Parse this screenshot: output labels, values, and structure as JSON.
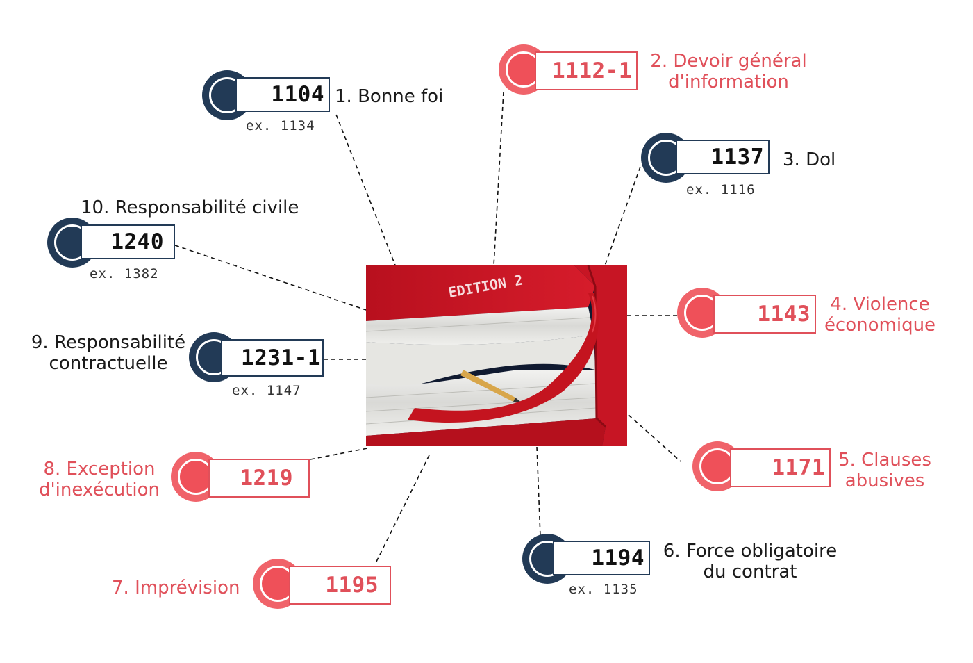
{
  "center_image": {
    "icon": "red-bound-code-book-with-pen-and-bookmark",
    "spine_text": "EDITION 2"
  },
  "colors": {
    "dark": "#223a56",
    "red": "#e0505a"
  },
  "articles": [
    {
      "number": "1104",
      "former": "ex. 1134",
      "label": "1. Bonne foi",
      "color": "dark"
    },
    {
      "number": "1112-1",
      "former": "",
      "label_lines": [
        "2. Devoir général",
        "d'information"
      ],
      "color": "red"
    },
    {
      "number": "1137",
      "former": "ex. 1116",
      "label": "3. Dol",
      "color": "dark"
    },
    {
      "number": "1143",
      "former": "",
      "label_lines": [
        "4. Violence",
        "économique"
      ],
      "color": "red"
    },
    {
      "number": "1171",
      "former": "",
      "label_lines": [
        "5. Clauses",
        "abusives"
      ],
      "color": "red"
    },
    {
      "number": "1194",
      "former": "ex. 1135",
      "label_lines": [
        "6. Force obligatoire",
        "du contrat"
      ],
      "color": "dark"
    },
    {
      "number": "1195",
      "former": "",
      "label": "7. Imprévision",
      "color": "red"
    },
    {
      "number": "1219",
      "former": "",
      "label_lines": [
        "8. Exception",
        "d'inexécution"
      ],
      "color": "red"
    },
    {
      "number": "1231-1",
      "former": "ex. 1147",
      "label_lines": [
        "9. Responsabilité",
        "contractuelle"
      ],
      "color": "dark"
    },
    {
      "number": "1240",
      "former": "ex. 1382",
      "label": "10. Responsabilité civile",
      "color": "dark"
    }
  ]
}
